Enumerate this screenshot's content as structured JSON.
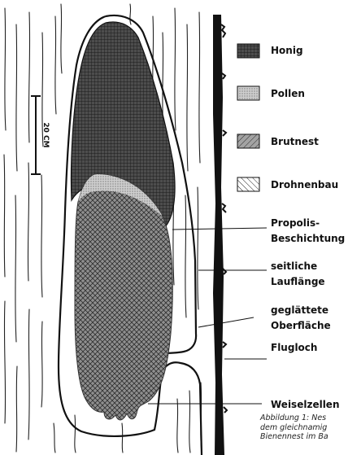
{
  "legend": {
    "honey": "Honig",
    "pollen": "Pollen",
    "brood": "Brutnest",
    "drone": "Drohnenbau"
  },
  "scale_label": "20 CM",
  "annotations": {
    "propolis_line1": "Propolis-",
    "propolis_line2": "Beschichtung",
    "lateral_line1": "seitliche",
    "lateral_line2": "Lauflänge",
    "smoothed_line1": "geglättete",
    "smoothed_line2": "Oberfläche",
    "entrance": "Flugloch",
    "queen_cells": "Weiselzellen"
  },
  "caption": {
    "line1": "Abbildung 1: Nes",
    "line2": "dem gleichnamig",
    "line3": "Bienennest im Ba"
  },
  "colors": {
    "ink": "#111111",
    "honey_fill": "#5a5a5a",
    "brood_fill": "#9a9a9a",
    "paper": "#ffffff"
  }
}
